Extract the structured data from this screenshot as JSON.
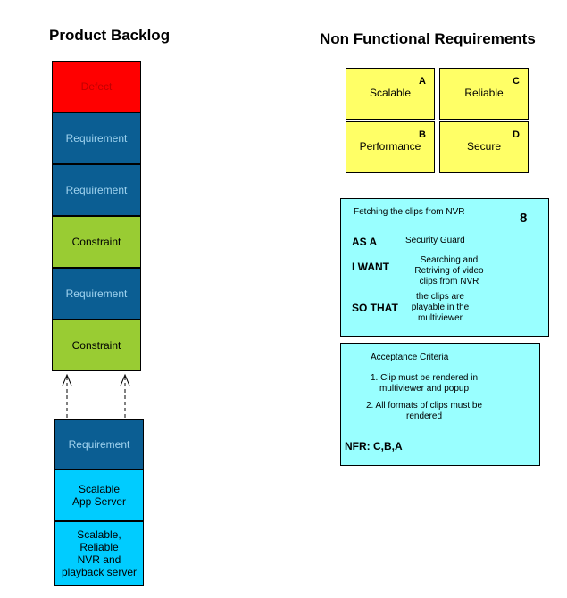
{
  "backlog": {
    "title": "Product Backlog",
    "top_stack": [
      "Defect",
      "Requirement",
      "Requirement",
      "Constraint",
      "Requirement",
      "Constraint"
    ],
    "bottom_stack": [
      "Requirement",
      "Scalable\nApp Server",
      "Scalable,\nReliable\nNVR and\nplayback server"
    ]
  },
  "nfr": {
    "title": "Non Functional Requirements",
    "items": [
      {
        "label": "Scalable",
        "letter": "A"
      },
      {
        "label": "Reliable",
        "letter": "C"
      },
      {
        "label": "Performance",
        "letter": "B"
      },
      {
        "label": "Secure",
        "letter": "D"
      }
    ]
  },
  "story": {
    "title": "Fetching the clips from NVR",
    "points": "8",
    "as_a_label": "AS A",
    "as_a_value": "Security Guard",
    "i_want_label": "I WANT",
    "i_want_value": "Searching and\nRetriving of video\nclips from NVR",
    "so_that_label": "SO THAT",
    "so_that_value": "the clips are\nplayable in the\nmultiviewer"
  },
  "acceptance": {
    "title": "Acceptance Criteria",
    "criteria": [
      "1. Clip must be rendered in\nmultiviewer and popup",
      "2. All formats of clips must be\nrendered"
    ],
    "nfr_label": "NFR: C,B,A"
  },
  "colors": {
    "defect": "#ff0000",
    "requirement": "#0b5e93",
    "constraint": "#99cc33",
    "server": "#00ccff",
    "nfr_box": "#ffff66",
    "story_card": "#99ffff"
  }
}
